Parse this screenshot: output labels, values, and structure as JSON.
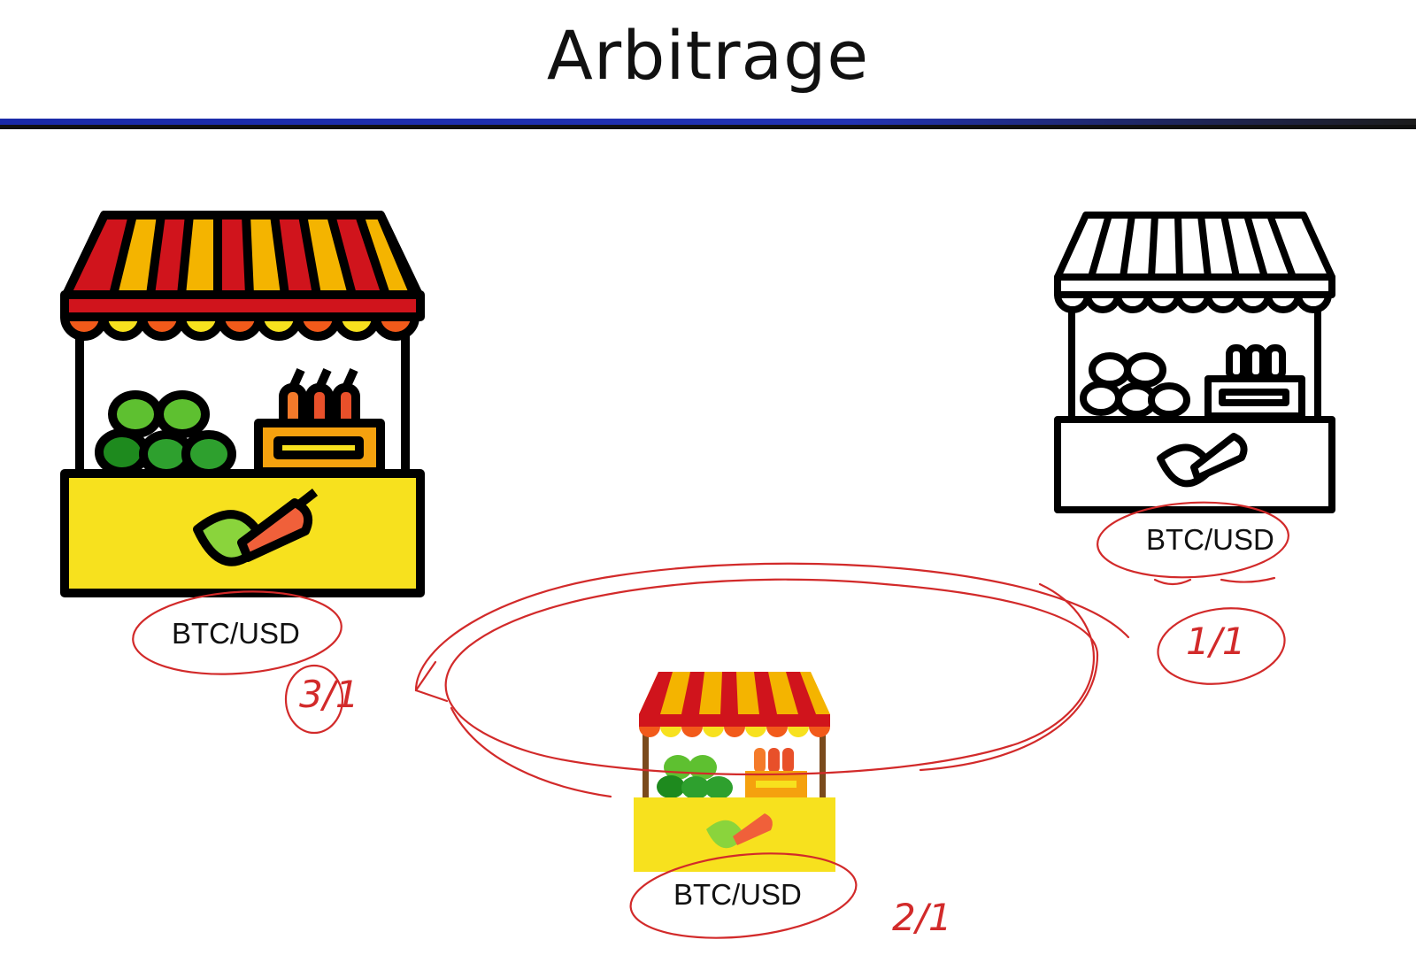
{
  "title": "Arbitrage",
  "markets": [
    {
      "label": "BTC/USD"
    },
    {
      "label": "BTC/USD"
    },
    {
      "label": "BTC/USD"
    }
  ],
  "annotations": {
    "left_ratio": "3/1",
    "right_ratio": "1/1",
    "bottom_ratio": "2/1"
  },
  "colors": {
    "title_rule": "#1a2aa8",
    "annotation": "#d22a2a",
    "awning_red": "#d0141c",
    "awning_yellow": "#f4b400",
    "counter_yellow": "#f7e11e",
    "crate_orange": "#f5a10e"
  },
  "icons": [
    "market-stall-color-icon",
    "market-stall-outline-icon",
    "market-stall-color-icon"
  ]
}
